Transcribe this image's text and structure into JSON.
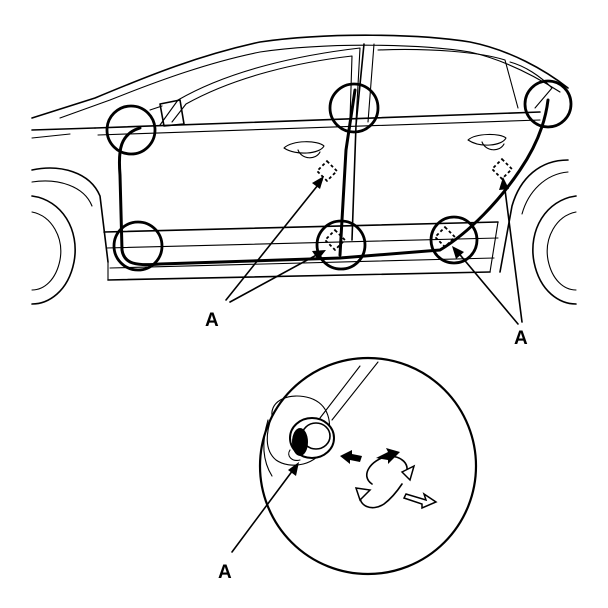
{
  "labels": {
    "callout_front": "A",
    "callout_rear": "A",
    "callout_detail": "A"
  }
}
